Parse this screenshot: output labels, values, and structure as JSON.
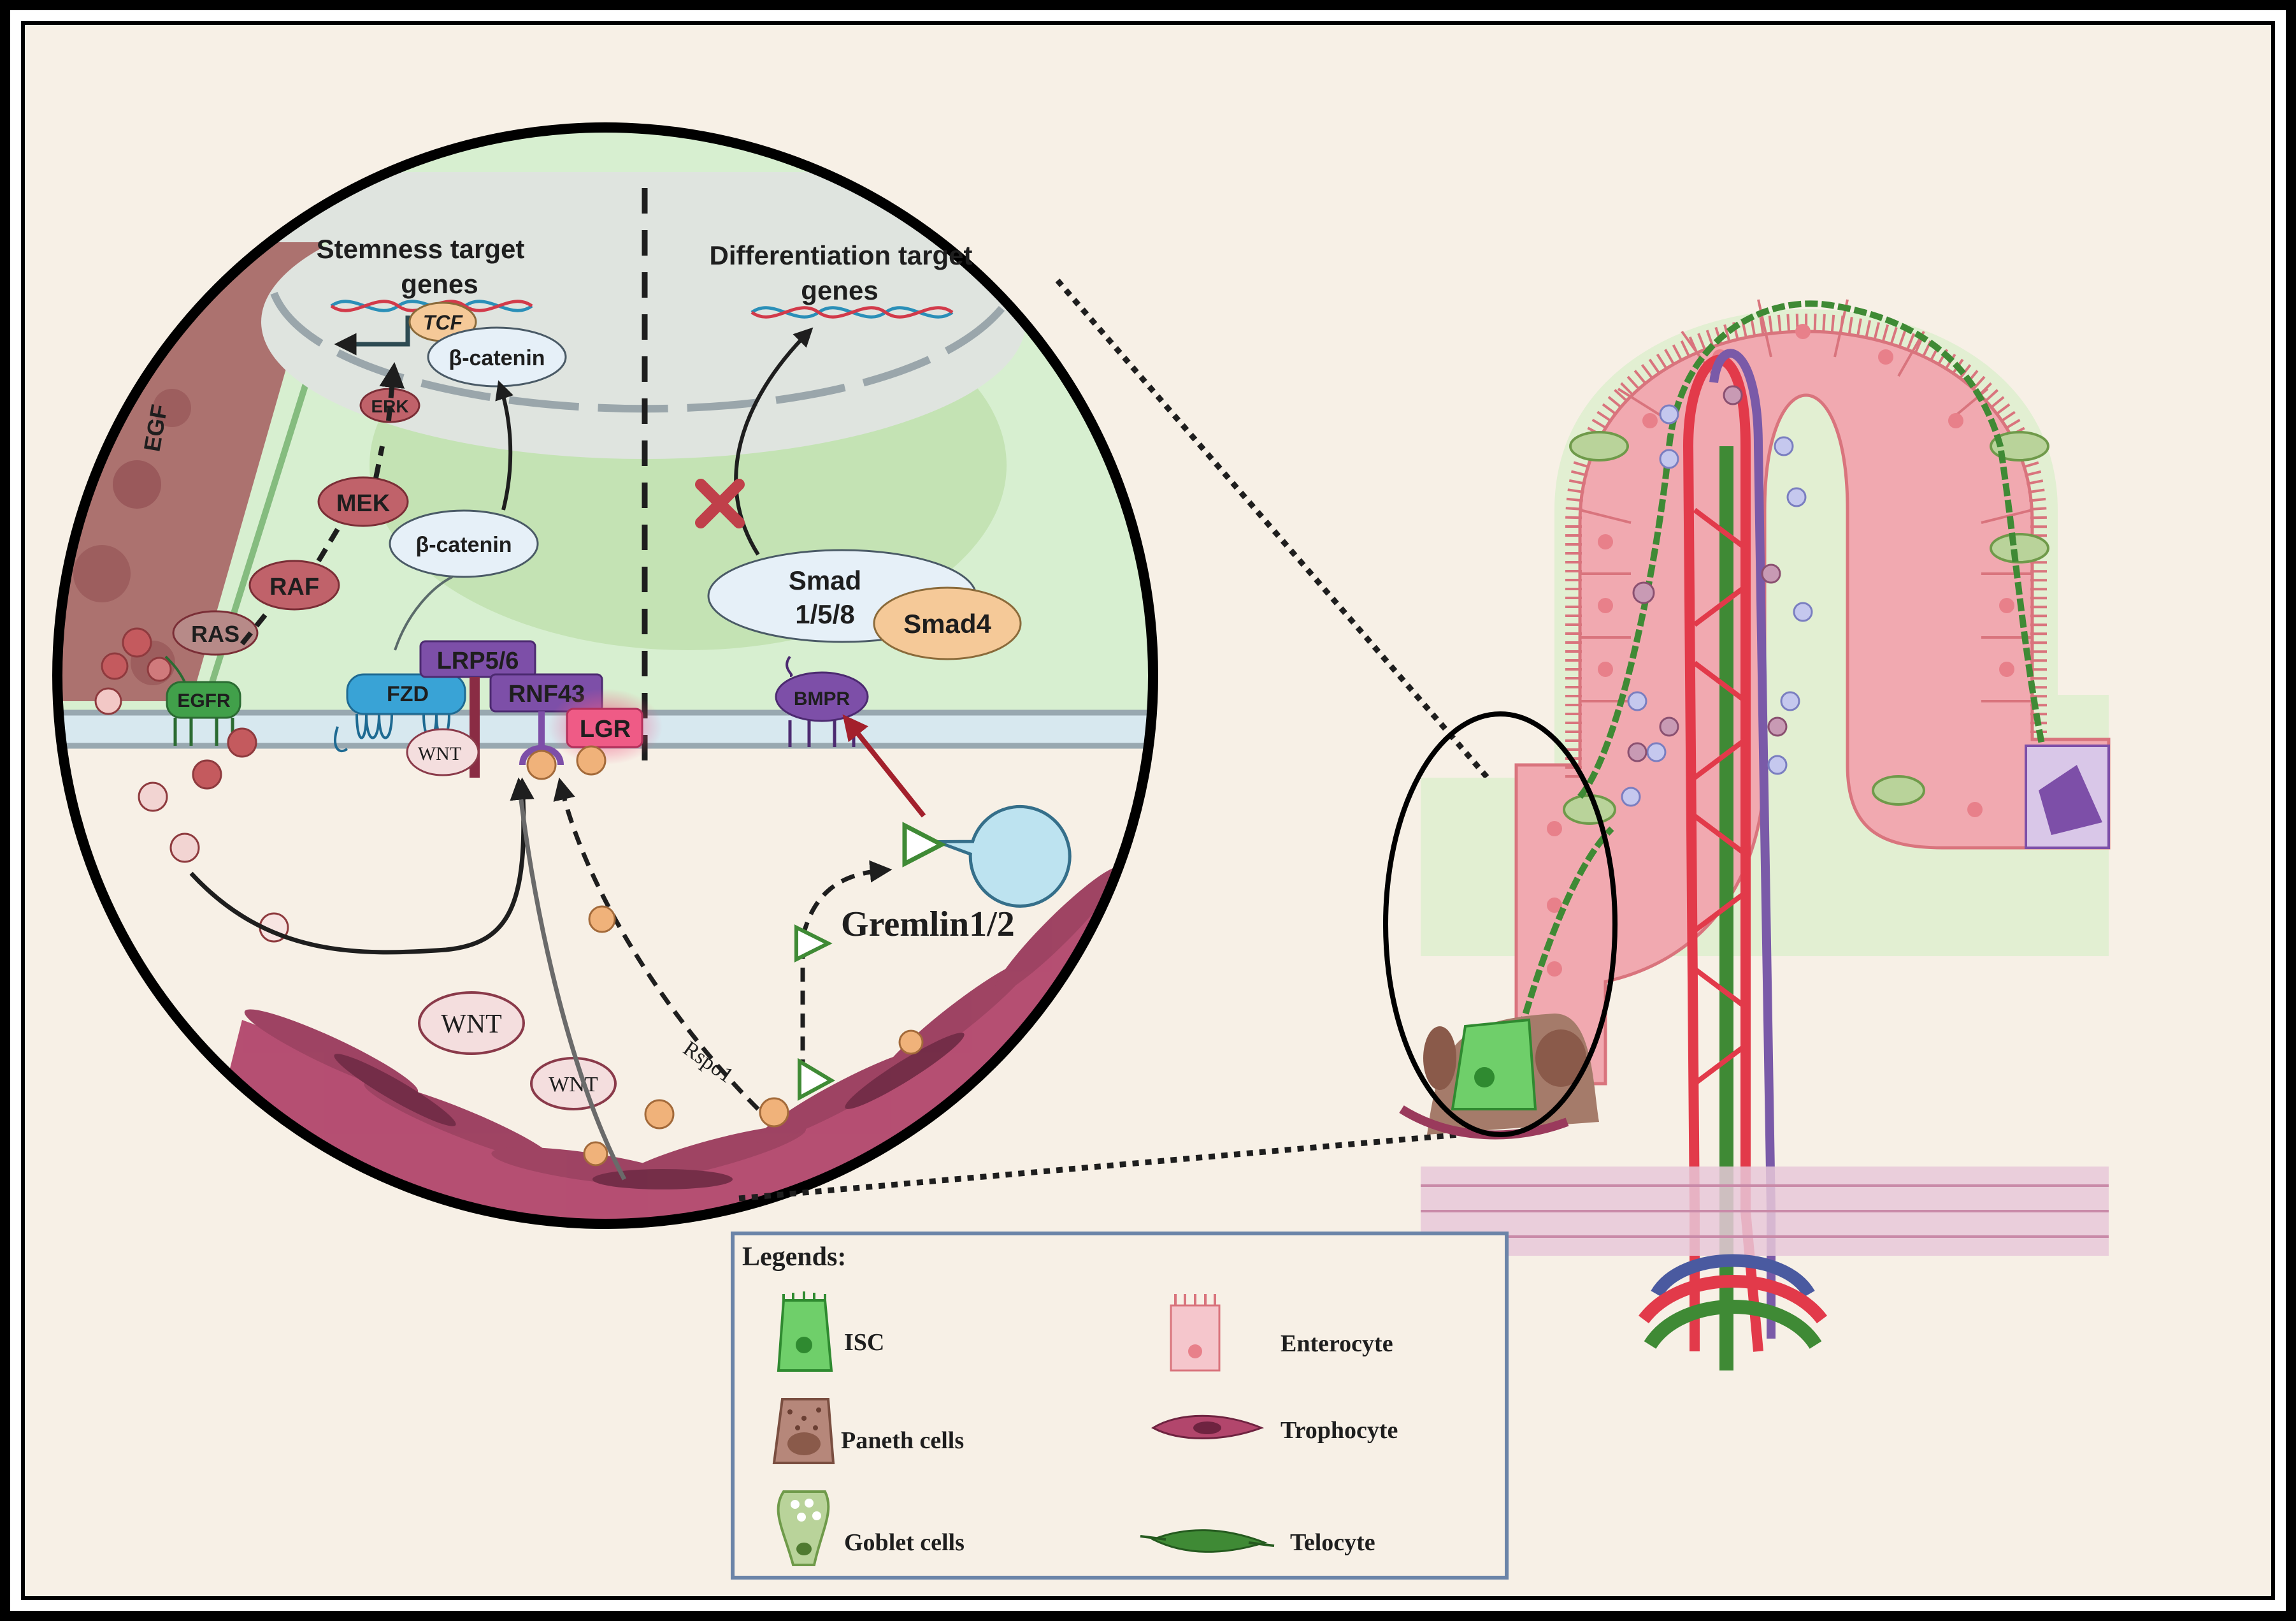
{
  "nucleus": {
    "stemness_title_line1": "Stemness target",
    "stemness_title_line2": "genes",
    "differentiation_title_line1": "Differentiation  target",
    "differentiation_title_line2": "genes"
  },
  "molecules": {
    "egf": "EGF",
    "tcf": "TCF",
    "beta_catenin_nuclear": "β-catenin",
    "beta_catenin_cyto": "β-catenin",
    "erk": "ERK",
    "mek": "MEK",
    "raf": "RAF",
    "ras": "RAS",
    "egfr": "EGFR",
    "fzd": "FZD",
    "lrp": "LRP5/6",
    "rnf43": "RNF43",
    "lgr": "LGR",
    "wnt_bound": "WNT",
    "wnt_free_1": "WNT",
    "wnt_free_2": "WNT",
    "rspo": "Rspo1",
    "smad158_line1": "Smad",
    "smad158_line2": "1/5/8",
    "smad4": "Smad4",
    "bmpr": "BMPR",
    "gremlin": "Gremlin1/2"
  },
  "legend": {
    "title": "Legends:",
    "items": [
      {
        "label": "ISC",
        "icon": "isc-cell-icon"
      },
      {
        "label": "Enterocyte",
        "icon": "enterocyte-cell-icon"
      },
      {
        "label": "Paneth cells",
        "icon": "paneth-cell-icon"
      },
      {
        "label": "Trophocyte",
        "icon": "trophocyte-cell-icon"
      },
      {
        "label": "Goblet cells",
        "icon": "goblet-cell-icon"
      },
      {
        "label": "Telocyte",
        "icon": "telocyte-cell-icon"
      }
    ]
  },
  "colors": {
    "background": "#f7f0e6",
    "nucleus": "#dfe4df",
    "cytoplasm": "#d7efd0",
    "enterocyte": "#f1a9b0",
    "trophocyte": "#9a3a5c",
    "telocyte": "#3f8a35",
    "vessel_red": "#e23a4a",
    "vessel_purple": "#7a5aa8",
    "receptor_purple": "#7d4fa8",
    "lgr_pink": "#ef5b86",
    "fzd_blue": "#39a3d6",
    "egfr_green": "#41a04a"
  }
}
